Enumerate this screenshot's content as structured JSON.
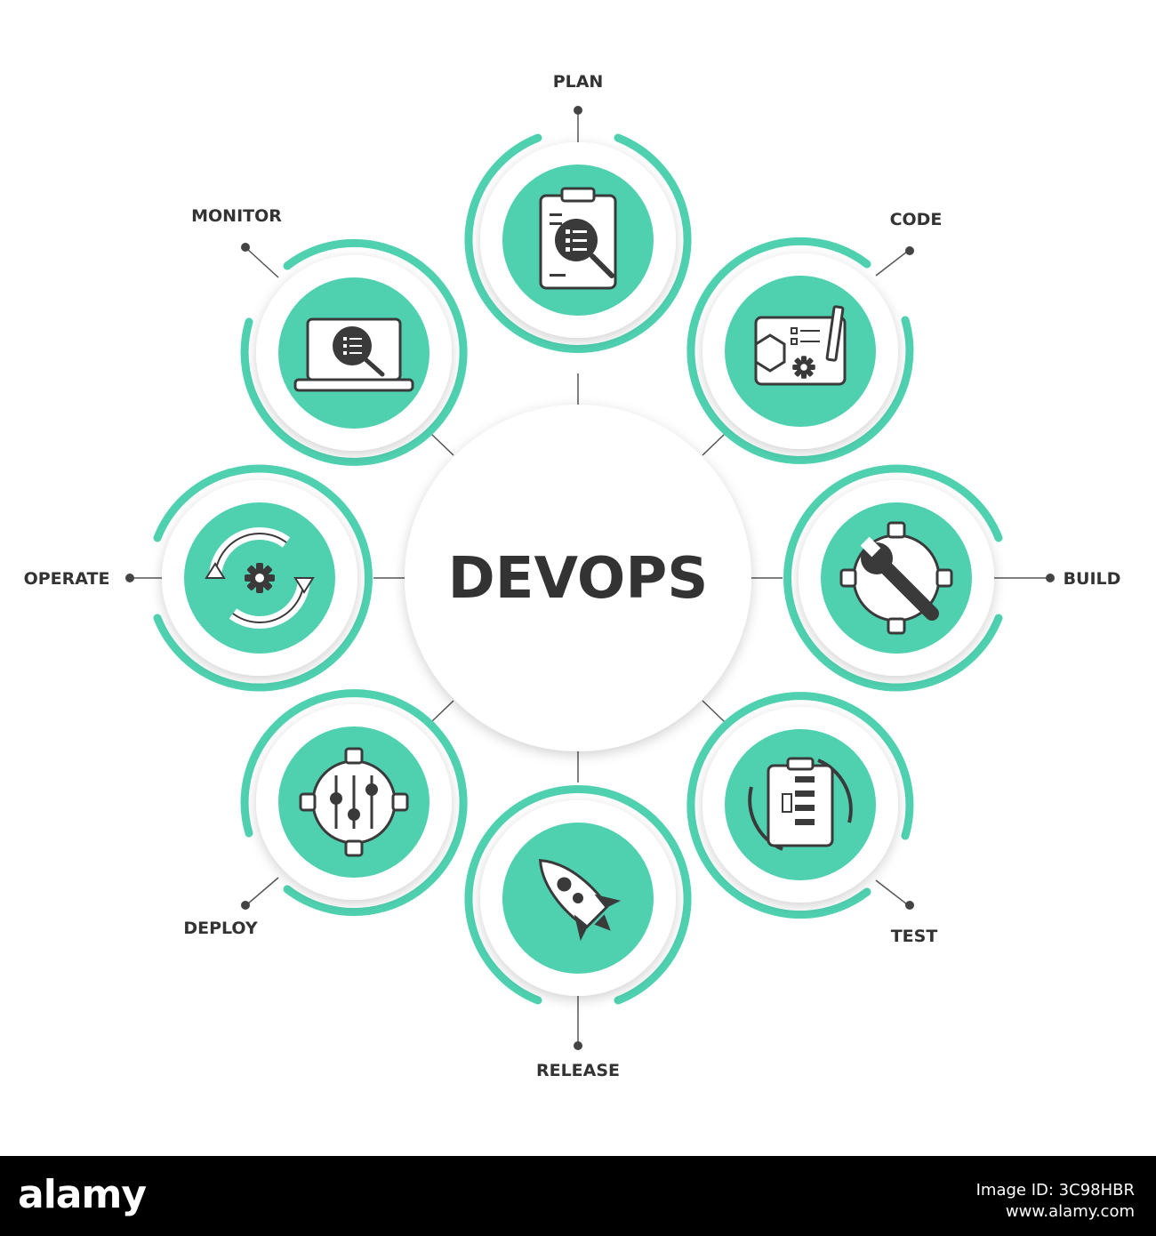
{
  "colors": {
    "accent": "#4fd1b0",
    "text": "#333333",
    "icon_dark": "#3a3a3a",
    "line": "#444444"
  },
  "diagram": {
    "center_title": "DEVOPS",
    "stages": [
      {
        "id": "plan",
        "label": "PLAN",
        "icon": "clipboard-search-icon"
      },
      {
        "id": "code",
        "label": "CODE",
        "icon": "blueprint-code-icon"
      },
      {
        "id": "build",
        "label": "BUILD",
        "icon": "gear-wrench-icon"
      },
      {
        "id": "test",
        "label": "TEST",
        "icon": "clipboard-flow-icon"
      },
      {
        "id": "release",
        "label": "RELEASE",
        "icon": "rocket-icon"
      },
      {
        "id": "deploy",
        "label": "DEPLOY",
        "icon": "gear-sliders-icon"
      },
      {
        "id": "operate",
        "label": "OPERATE",
        "icon": "cycle-gear-icon"
      },
      {
        "id": "monitor",
        "label": "MONITOR",
        "icon": "laptop-search-icon"
      }
    ]
  },
  "footer": {
    "logo": "alamy",
    "stock_id": "Image ID: 3C98HBR",
    "url": "www.alamy.com"
  }
}
